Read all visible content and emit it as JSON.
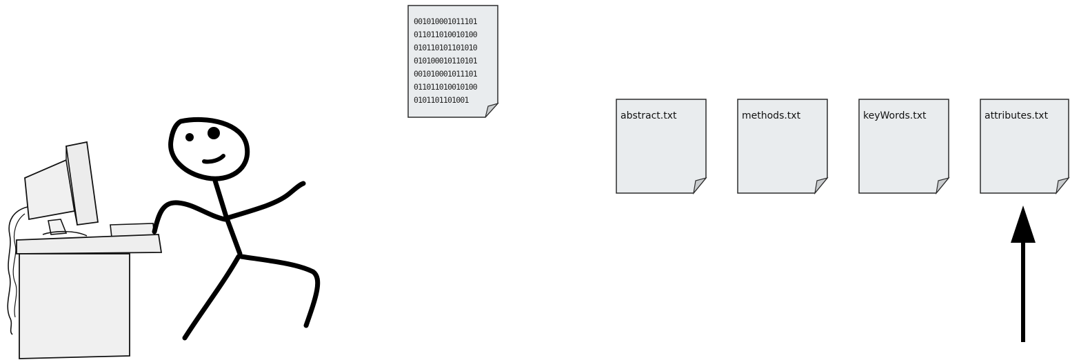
{
  "binary_document": {
    "lines": [
      "001010001011101",
      "011011010010100",
      "010110101101010",
      "010100010110101",
      "001010001011101",
      "011011010010100",
      "0101101101001"
    ]
  },
  "files": [
    {
      "label": "abstract.txt"
    },
    {
      "label": "methods.txt"
    },
    {
      "label": "keyWords.txt"
    },
    {
      "label": "attributes.txt"
    }
  ],
  "colors": {
    "paper_fill": "#e9ecee",
    "paper_stroke": "#2b2b2b",
    "ink": "#000000",
    "furniture_fill": "#eeeeee"
  },
  "icons": {
    "figure": "stick-figure-icon",
    "computer": "computer-monitor-icon",
    "desk": "desk-icon",
    "arrow": "up-arrow-icon"
  }
}
